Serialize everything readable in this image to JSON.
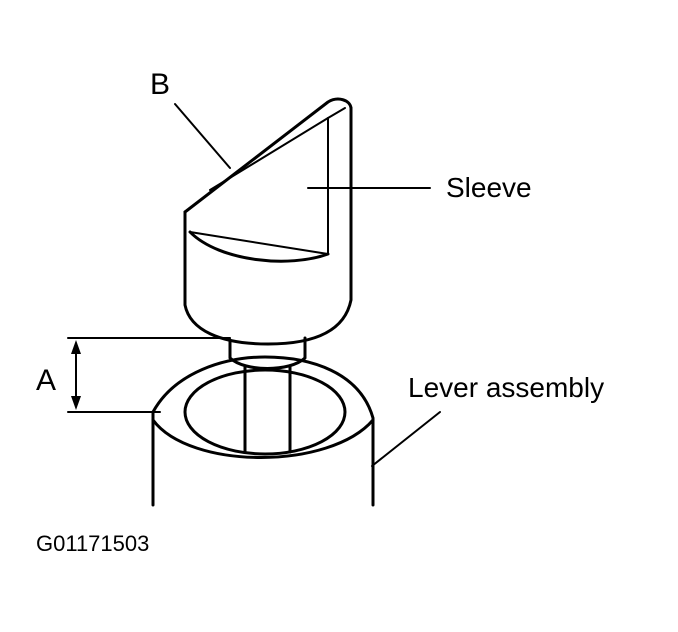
{
  "labels": {
    "b": "B",
    "sleeve": "Sleeve",
    "a": "A",
    "lever_assembly": "Lever assembly",
    "figure_code": "G01171503"
  },
  "colors": {
    "ink": "#000000",
    "background": "#ffffff"
  }
}
